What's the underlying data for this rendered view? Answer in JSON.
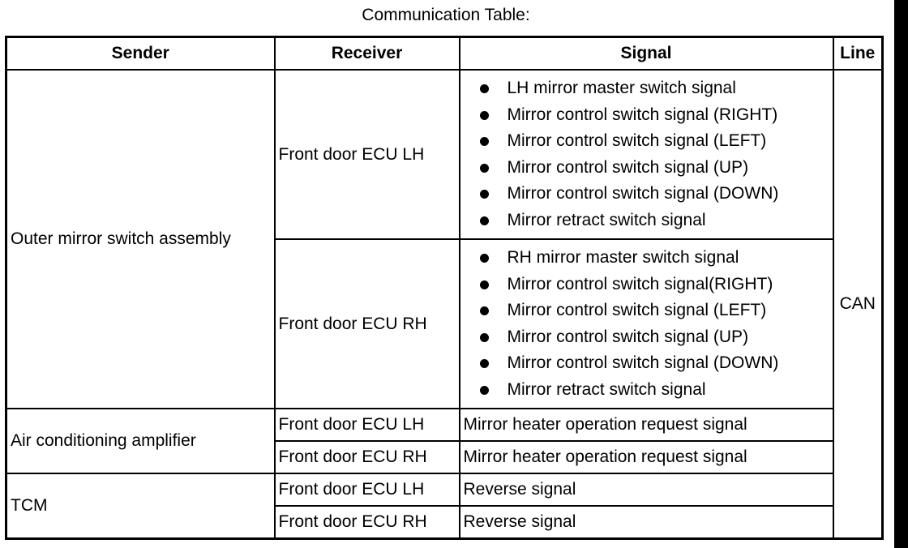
{
  "caption": "Communication Table:",
  "table": {
    "headers": {
      "sender": "Sender",
      "receiver": "Receiver",
      "signal": "Signal",
      "line": "Line"
    },
    "line_value": "CAN",
    "groups": [
      {
        "sender": "Outer mirror switch assembly",
        "rows": [
          {
            "receiver": "Front door ECU LH",
            "signals": [
              "LH mirror master switch signal",
              "Mirror control switch signal (RIGHT)",
              "Mirror control switch signal (LEFT)",
              "Mirror control switch signal (UP)",
              "Mirror control switch signal (DOWN)",
              "Mirror retract switch signal"
            ]
          },
          {
            "receiver": "Front door ECU RH",
            "signals": [
              "RH mirror master switch signal",
              "Mirror control switch signal(RIGHT)",
              "Mirror control switch signal (LEFT)",
              "Mirror control switch signal (UP)",
              "Mirror control switch signal (DOWN)",
              "Mirror retract switch signal"
            ]
          }
        ]
      },
      {
        "sender": "Air conditioning amplifier",
        "rows": [
          {
            "receiver": "Front door ECU LH",
            "signal": "Mirror heater operation request signal"
          },
          {
            "receiver": "Front door ECU RH",
            "signal": "Mirror heater operation request signal"
          }
        ]
      },
      {
        "sender": "TCM",
        "rows": [
          {
            "receiver": "Front door ECU LH",
            "signal": "Reverse signal"
          },
          {
            "receiver": "Front door ECU RH",
            "signal": "Reverse signal"
          }
        ]
      }
    ]
  }
}
